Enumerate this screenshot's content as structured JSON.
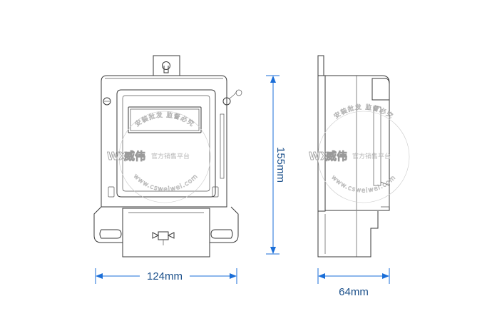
{
  "dimensions": {
    "width_front": "124mm",
    "height": "155mm",
    "depth_side": "64mm"
  },
  "watermark": {
    "brand_mark": "WX",
    "brand_name": "威伟",
    "platform": "官方销售平台",
    "arc_top": "安装批发 监督必究",
    "arc_bottom": "www.csweiwei.com"
  },
  "colors": {
    "dimension": "#1a6ed8",
    "dimension_text": "#1a4f8a",
    "outline": "#3a3a3a"
  }
}
